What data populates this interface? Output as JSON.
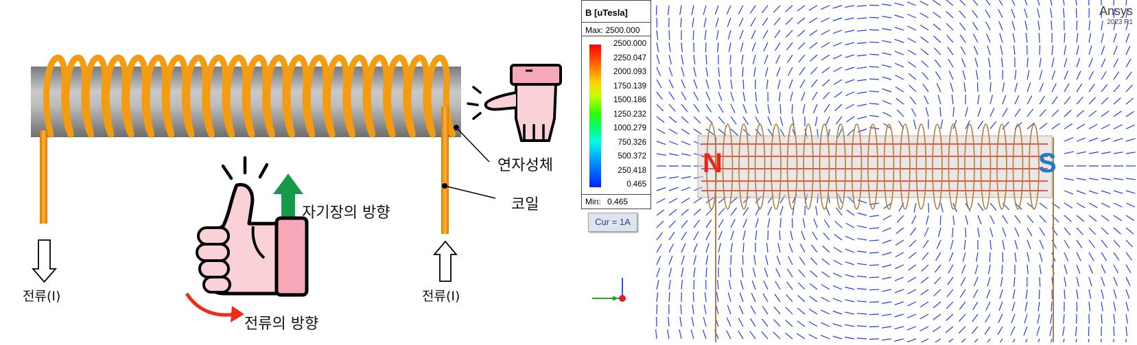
{
  "left": {
    "labels": {
      "current_left": "전류(I)",
      "current_right": "전류(I)",
      "core": "연자성체",
      "coil": "코일",
      "field_direction": "자기장의 방향",
      "current_direction": "전류의 방향"
    }
  },
  "right": {
    "legend": {
      "title": "B [uTesla]",
      "max_label": "Max: 2500.000",
      "min_label": "Min:",
      "min_value": "0.465",
      "ticks": [
        "2500.000",
        "2250.047",
        "2000.093",
        "1750.139",
        "1500.186",
        "1250.232",
        "1000.279",
        "750.326",
        "500.372",
        "250.418",
        "0.465"
      ]
    },
    "cur_button": "Cur = 1A",
    "brand": "Ansys",
    "brand_version": "2023 R1",
    "pole_n": "N",
    "pole_s": "S"
  },
  "colors": {
    "coil": "#f39c12",
    "core": "#9e9e9e",
    "field_arrow": "#1c3cf0",
    "north": "#e8241c",
    "south": "#1b7cc8",
    "up_arrow": "#159a4a",
    "curved_arrow": "#ef2b1b",
    "hand_pink": "#f7a8b8"
  }
}
